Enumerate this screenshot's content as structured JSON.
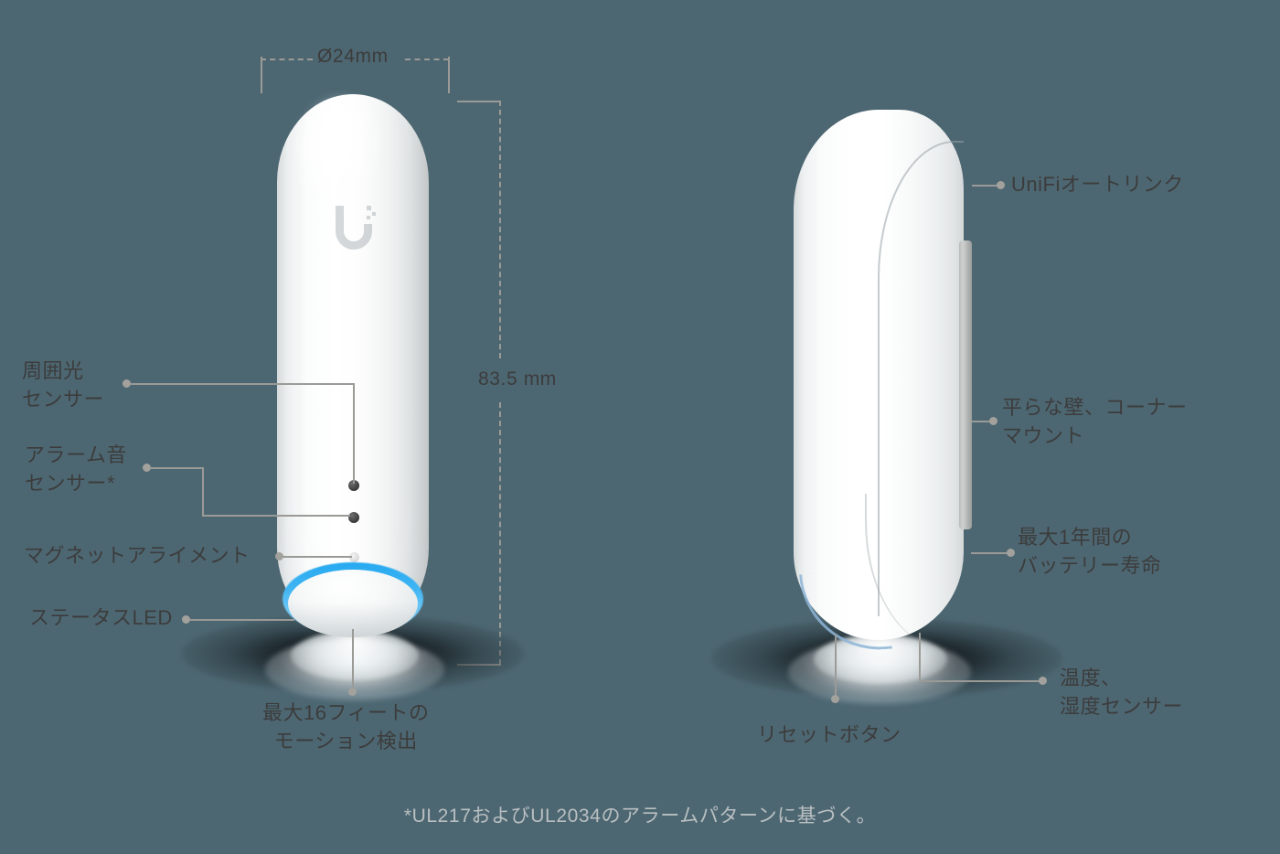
{
  "meta": {
    "background_color": "#4d6772",
    "device_body_color": "#ffffff",
    "led_color": "#27a9f0",
    "leader_line_color": "#9a9a96",
    "text_color": "#3c3c3c",
    "footnote_color": "#b9bfc1"
  },
  "dimensions": {
    "diameter": "Ø24mm",
    "height": "83.5 mm"
  },
  "brand": {
    "logo_name": "ubiquiti-u-logo"
  },
  "front_view": {
    "labels": [
      {
        "id": "ambient-light-sensor",
        "text": "周囲光\nセンサー"
      },
      {
        "id": "alarm-sound-sensor",
        "text": "アラーム音\nセンサー*"
      },
      {
        "id": "magnet-alignment",
        "text": "マグネットアライメント"
      },
      {
        "id": "status-led",
        "text": "ステータスLED"
      },
      {
        "id": "motion-detection",
        "text": "最大16フィートの\nモーション検出"
      }
    ]
  },
  "side_view": {
    "labels": [
      {
        "id": "unifi-auto-link",
        "text": "UniFiオートリンク"
      },
      {
        "id": "flat-wall-corner-mount",
        "text": "平らな壁、コーナー\nマウント"
      },
      {
        "id": "battery-life",
        "text": "最大1年間の\nバッテリー寿命"
      },
      {
        "id": "temp-humidity-sensor",
        "text": "温度、\n湿度センサー"
      },
      {
        "id": "reset-button",
        "text": "リセットボタン"
      }
    ]
  },
  "footnote": {
    "text": "*UL217およびUL2034のアラームパターンに基づく。"
  }
}
